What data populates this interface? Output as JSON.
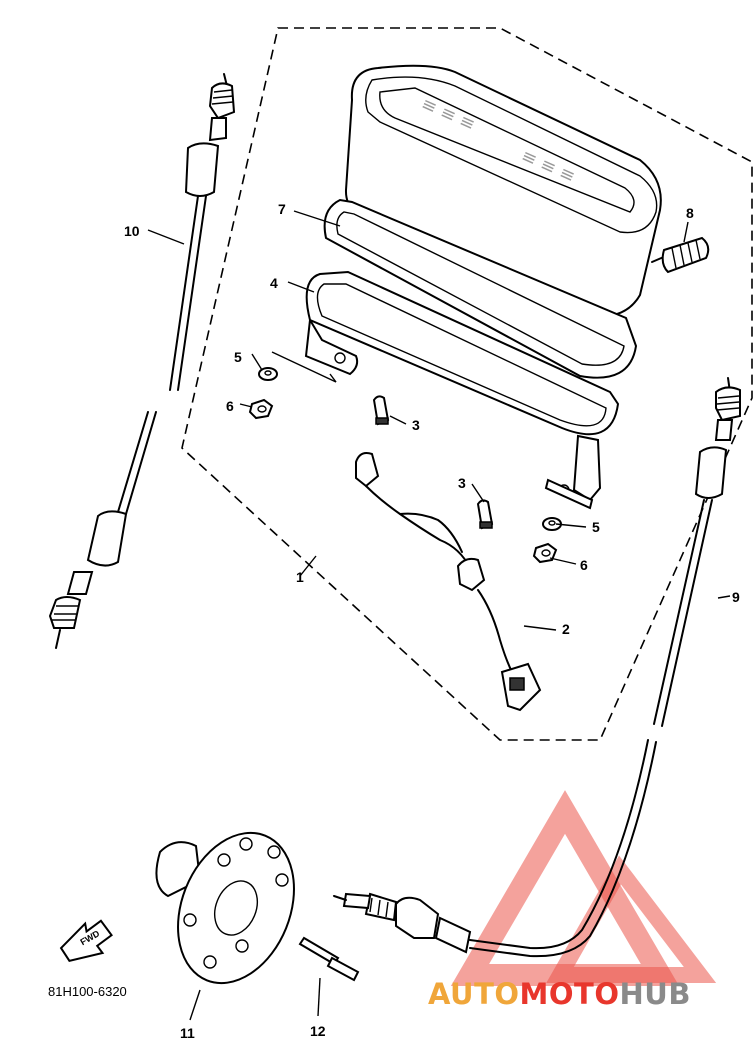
{
  "callouts": {
    "n1": "1",
    "n2": "2",
    "n3a": "3",
    "n3b": "3",
    "n4": "4",
    "n5a": "5",
    "n5b": "5",
    "n6a": "6",
    "n6b": "6",
    "n7": "7",
    "n8": "8",
    "n9": "9",
    "n10": "10",
    "n11": "11",
    "n12": "12"
  },
  "part_code": "81H100-6320",
  "fwd_label": "FWD",
  "watermark": {
    "part1": "AUTO",
    "part2": "MOTO",
    "part3": "HUB",
    "color_accent": "#e8362c",
    "color_part1": "#f0a63a",
    "color_part3": "#8a8a8a"
  }
}
